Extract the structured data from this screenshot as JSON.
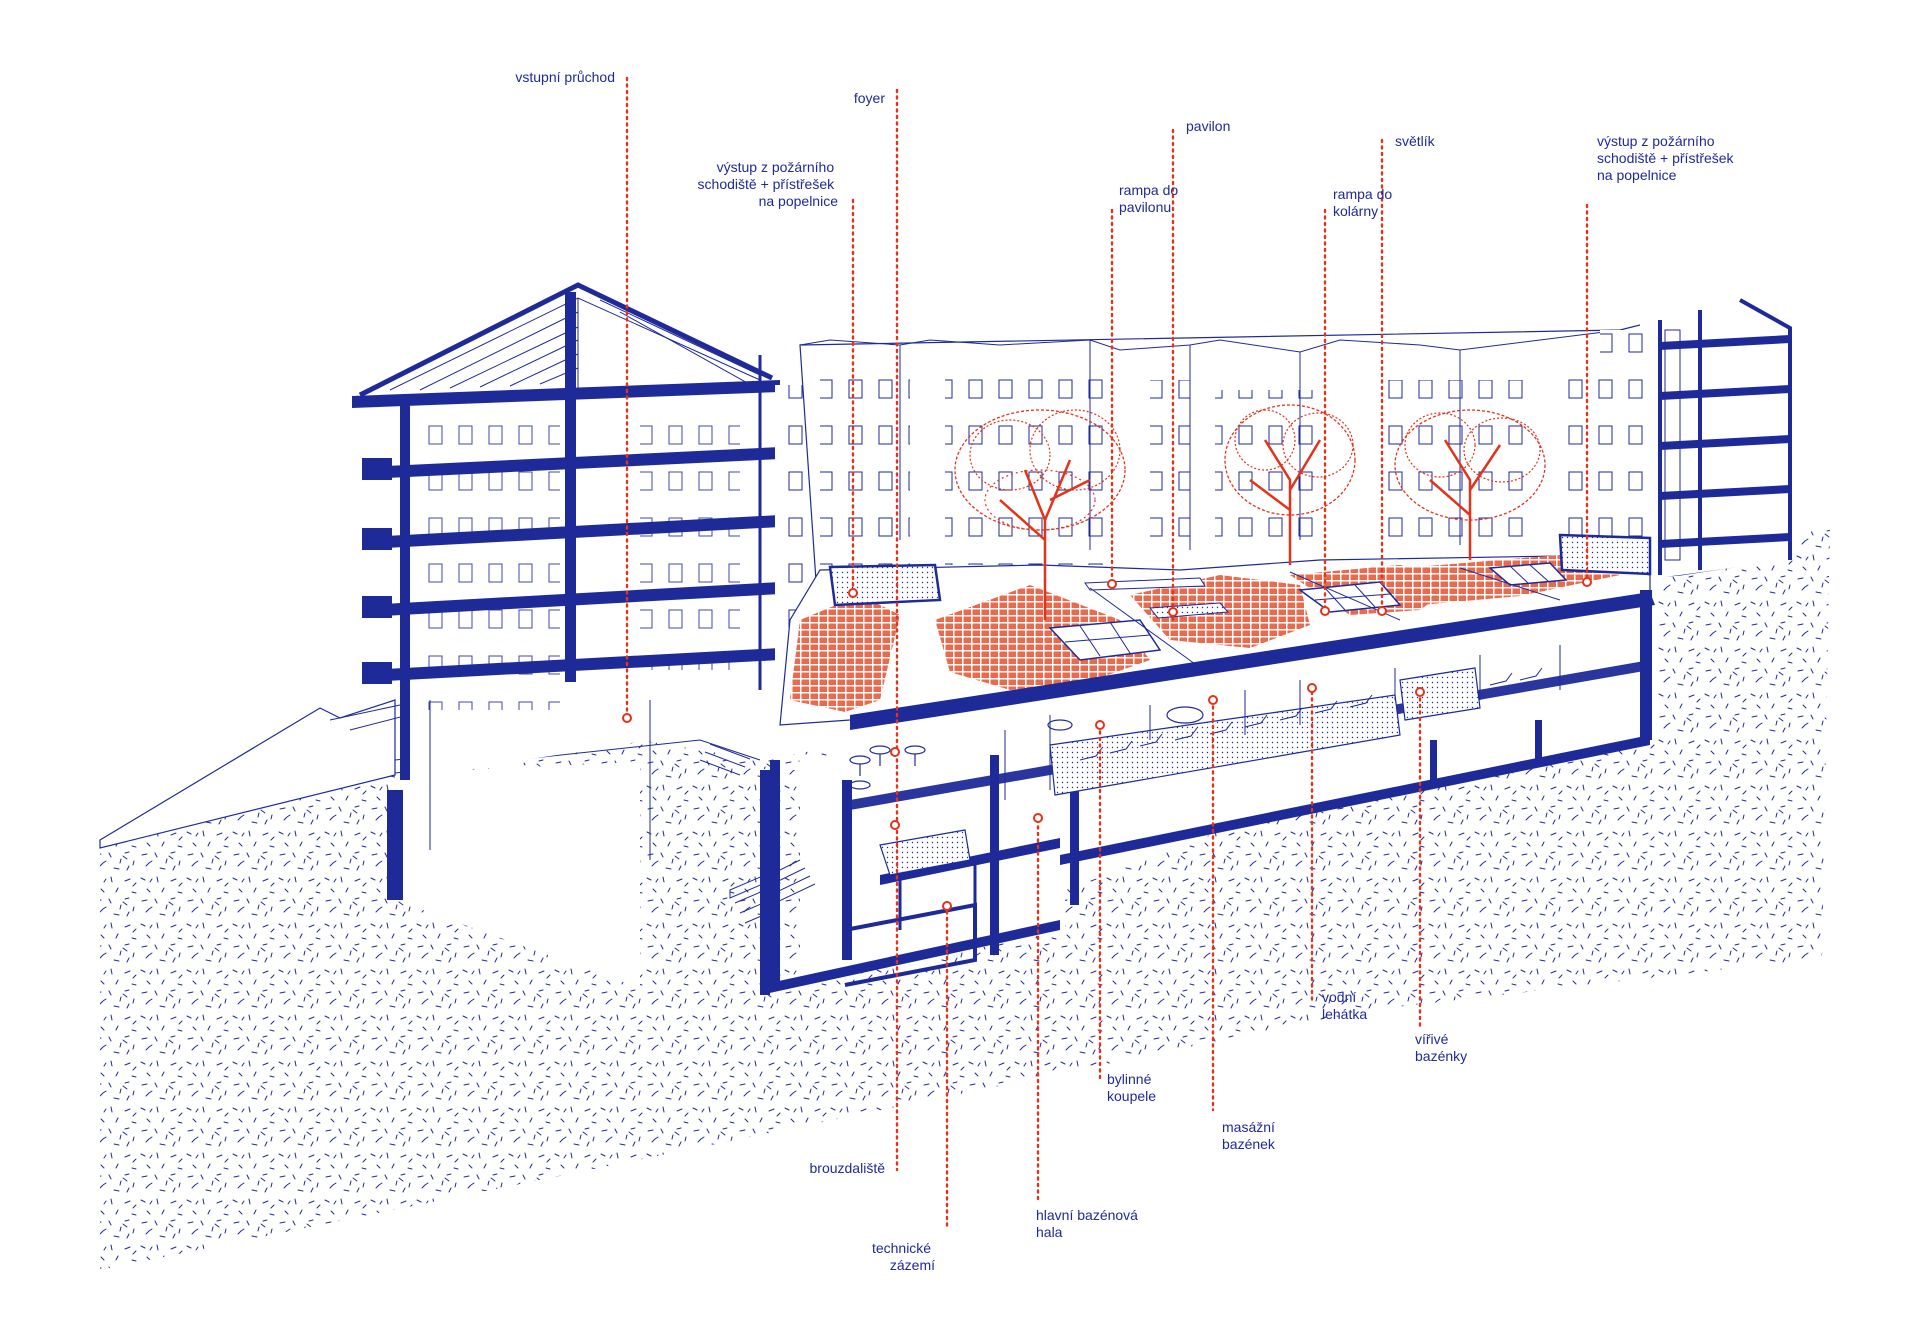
{
  "labels": {
    "vstupni_pruchod": "vstupní průchod",
    "foyer": "foyer",
    "vystup_levy": [
      "výstup z požárního",
      "schodiště + přístřešek",
      "na popelnice"
    ],
    "pavilon": "pavilon",
    "rampa_pavilon": [
      "rampa do",
      "pavilonu"
    ],
    "rampa_kolarna": [
      "rampa do",
      "kolárny"
    ],
    "svetlik": "světlík",
    "vystup_pravy": [
      "výstup z požárního",
      "schodiště + přístřešek",
      "na popelnice"
    ],
    "vodni_lehatka": [
      "vodní",
      "lehátka"
    ],
    "virive_bazenky": [
      "vířivé",
      "bazénky"
    ],
    "bylinne_koupele": [
      "bylinné",
      "koupele"
    ],
    "masazni_bazenek": [
      "masážní",
      "bazének"
    ],
    "brouzdaliste": "brouzdaliště",
    "hlavni_hala": [
      "hlavní bazénová",
      "hala"
    ],
    "technicke_zazemi": [
      "technické",
      "zázemí"
    ]
  },
  "colors": {
    "linework": "#1f2a99",
    "callout": "#e3331b",
    "background": "#ffffff"
  }
}
